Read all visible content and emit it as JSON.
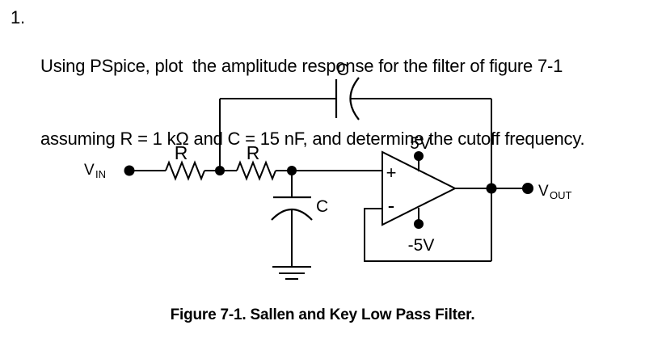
{
  "question": {
    "number": "1.",
    "line1": "Using PSpice, plot  the amplitude response for the filter of figure 7-1",
    "line2": "assuming R = 1 kΩ and C = 15 nF, and determine the cutoff frequency."
  },
  "circuit": {
    "vin_label": {
      "main": "V",
      "sub": "IN"
    },
    "vout_label": {
      "main": "V",
      "sub": "OUT"
    },
    "r1_label": "R",
    "r2_label": "R",
    "c_feedback_label": "C",
    "c_shunt_label": "C",
    "opamp": {
      "plus": "+",
      "minus": "-",
      "supply_pos": "5V",
      "supply_neg": "-5V"
    }
  },
  "caption": "Figure 7-1. Sallen and Key Low Pass Filter."
}
